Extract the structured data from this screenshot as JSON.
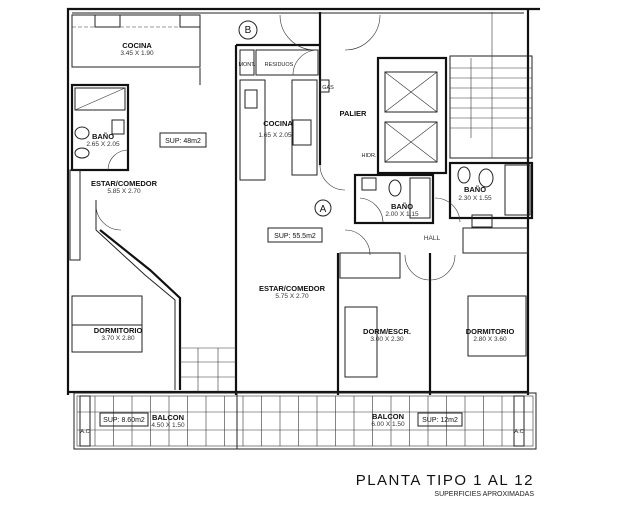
{
  "plan": {
    "title": "PLANTA TIPO 1 AL 12",
    "subtitle": "SUPERFICIES APROXIMADAS",
    "unit_b": {
      "marker": "B",
      "sup": "SUP: 48m2",
      "rooms": [
        {
          "name": "COCINA",
          "dims": "3.45 X 1.90"
        },
        {
          "name": "BAÑO",
          "dims": "2.65 X 2.05"
        },
        {
          "name": "ESTAR/COMEDOR",
          "dims": "5.85 X 2.70"
        },
        {
          "name": "DORMITORIO",
          "dims": "3.70 X 2.80"
        },
        {
          "name": "BALCON",
          "dims": "4.50 X 1.50"
        }
      ],
      "balcon_sup": "SUP: 8.60m2"
    },
    "unit_a": {
      "marker": "A",
      "sup": "SUP: 55.5m2",
      "rooms": [
        {
          "name": "COCINA",
          "dims": "1.65 X 2.05"
        },
        {
          "name": "BAÑO",
          "dims": "2.00 X 1.15"
        },
        {
          "name": "BAÑO",
          "dims": "2.30 X 1.55"
        },
        {
          "name": "HALL",
          "dims": ""
        },
        {
          "name": "ESTAR/COMEDOR",
          "dims": "5.75 X 2.70"
        },
        {
          "name": "DORM/ESCR.",
          "dims": "3.00 X 2.30"
        },
        {
          "name": "DORMITORIO",
          "dims": "2.80 X 3.60"
        },
        {
          "name": "BALCON",
          "dims": "6.00 X 1.50"
        }
      ],
      "balcon_sup": "SUP: 12m2"
    },
    "common": {
      "palier": "PALIER",
      "mont": "MONT.",
      "residuos": "RESIDUOS",
      "gas": "GAS",
      "hidr": "HIDR.",
      "ac_left": "A.C",
      "ac_right": "A.C"
    }
  }
}
